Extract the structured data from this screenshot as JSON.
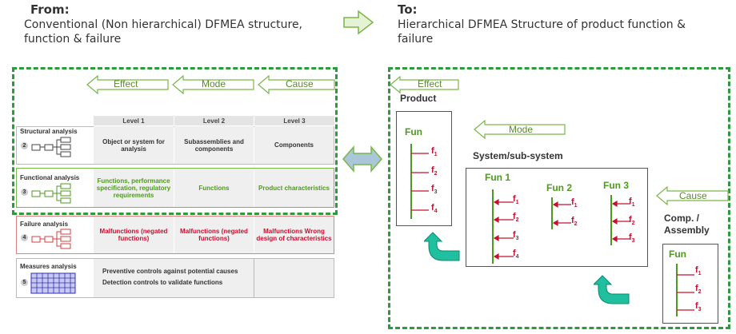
{
  "header": {
    "from_label": "From:",
    "from_text": "Conventional (Non hierarchical) DFMEA structure, function & failure",
    "to_label": "To:",
    "to_text": "Hierarchical DFMEA Structure of product function & failure"
  },
  "left": {
    "arrows": {
      "effect": "Effect",
      "mode": "Mode",
      "cause": "Cause"
    },
    "table": {
      "headers": [
        "Level 1",
        "Level 2",
        "Level 3"
      ],
      "rows": [
        {
          "label": "Structural analysis",
          "num": "2",
          "cells": [
            "Object or system for analysis",
            "Subassemblies and components",
            "Components"
          ]
        },
        {
          "label": "Functional analysis",
          "num": "3",
          "cells": [
            "Functions, performance specification, regulatory requirements",
            "Functions",
            "Product characteristics"
          ]
        },
        {
          "label": "Failure analysis",
          "num": "4",
          "cells": [
            "Malfunctions (negated functions)",
            "Malfunctions (negated functions)",
            "Malfunctions Wrong design of characteristics"
          ]
        },
        {
          "label": "Measures analysis",
          "num": "5",
          "lines": [
            "Preventive controls against potential causes",
            "Detection controls to validate functions"
          ]
        }
      ]
    }
  },
  "right": {
    "effect": "Effect",
    "mode": "Mode",
    "cause": "Cause",
    "product_label": "Product",
    "system_label": "System/sub-system",
    "comp_label": "Comp. / Assembly",
    "fun": "Fun",
    "fun1": "Fun 1",
    "fun2": "Fun 2",
    "fun3": "Fun 3",
    "f": "f",
    "subs": [
      "1",
      "2",
      "3",
      "4"
    ]
  },
  "colors": {
    "green": "#2e9a3e",
    "red": "#c8102e",
    "fun_green": "#4e9a1f",
    "arrow_green": "#7ab648"
  }
}
